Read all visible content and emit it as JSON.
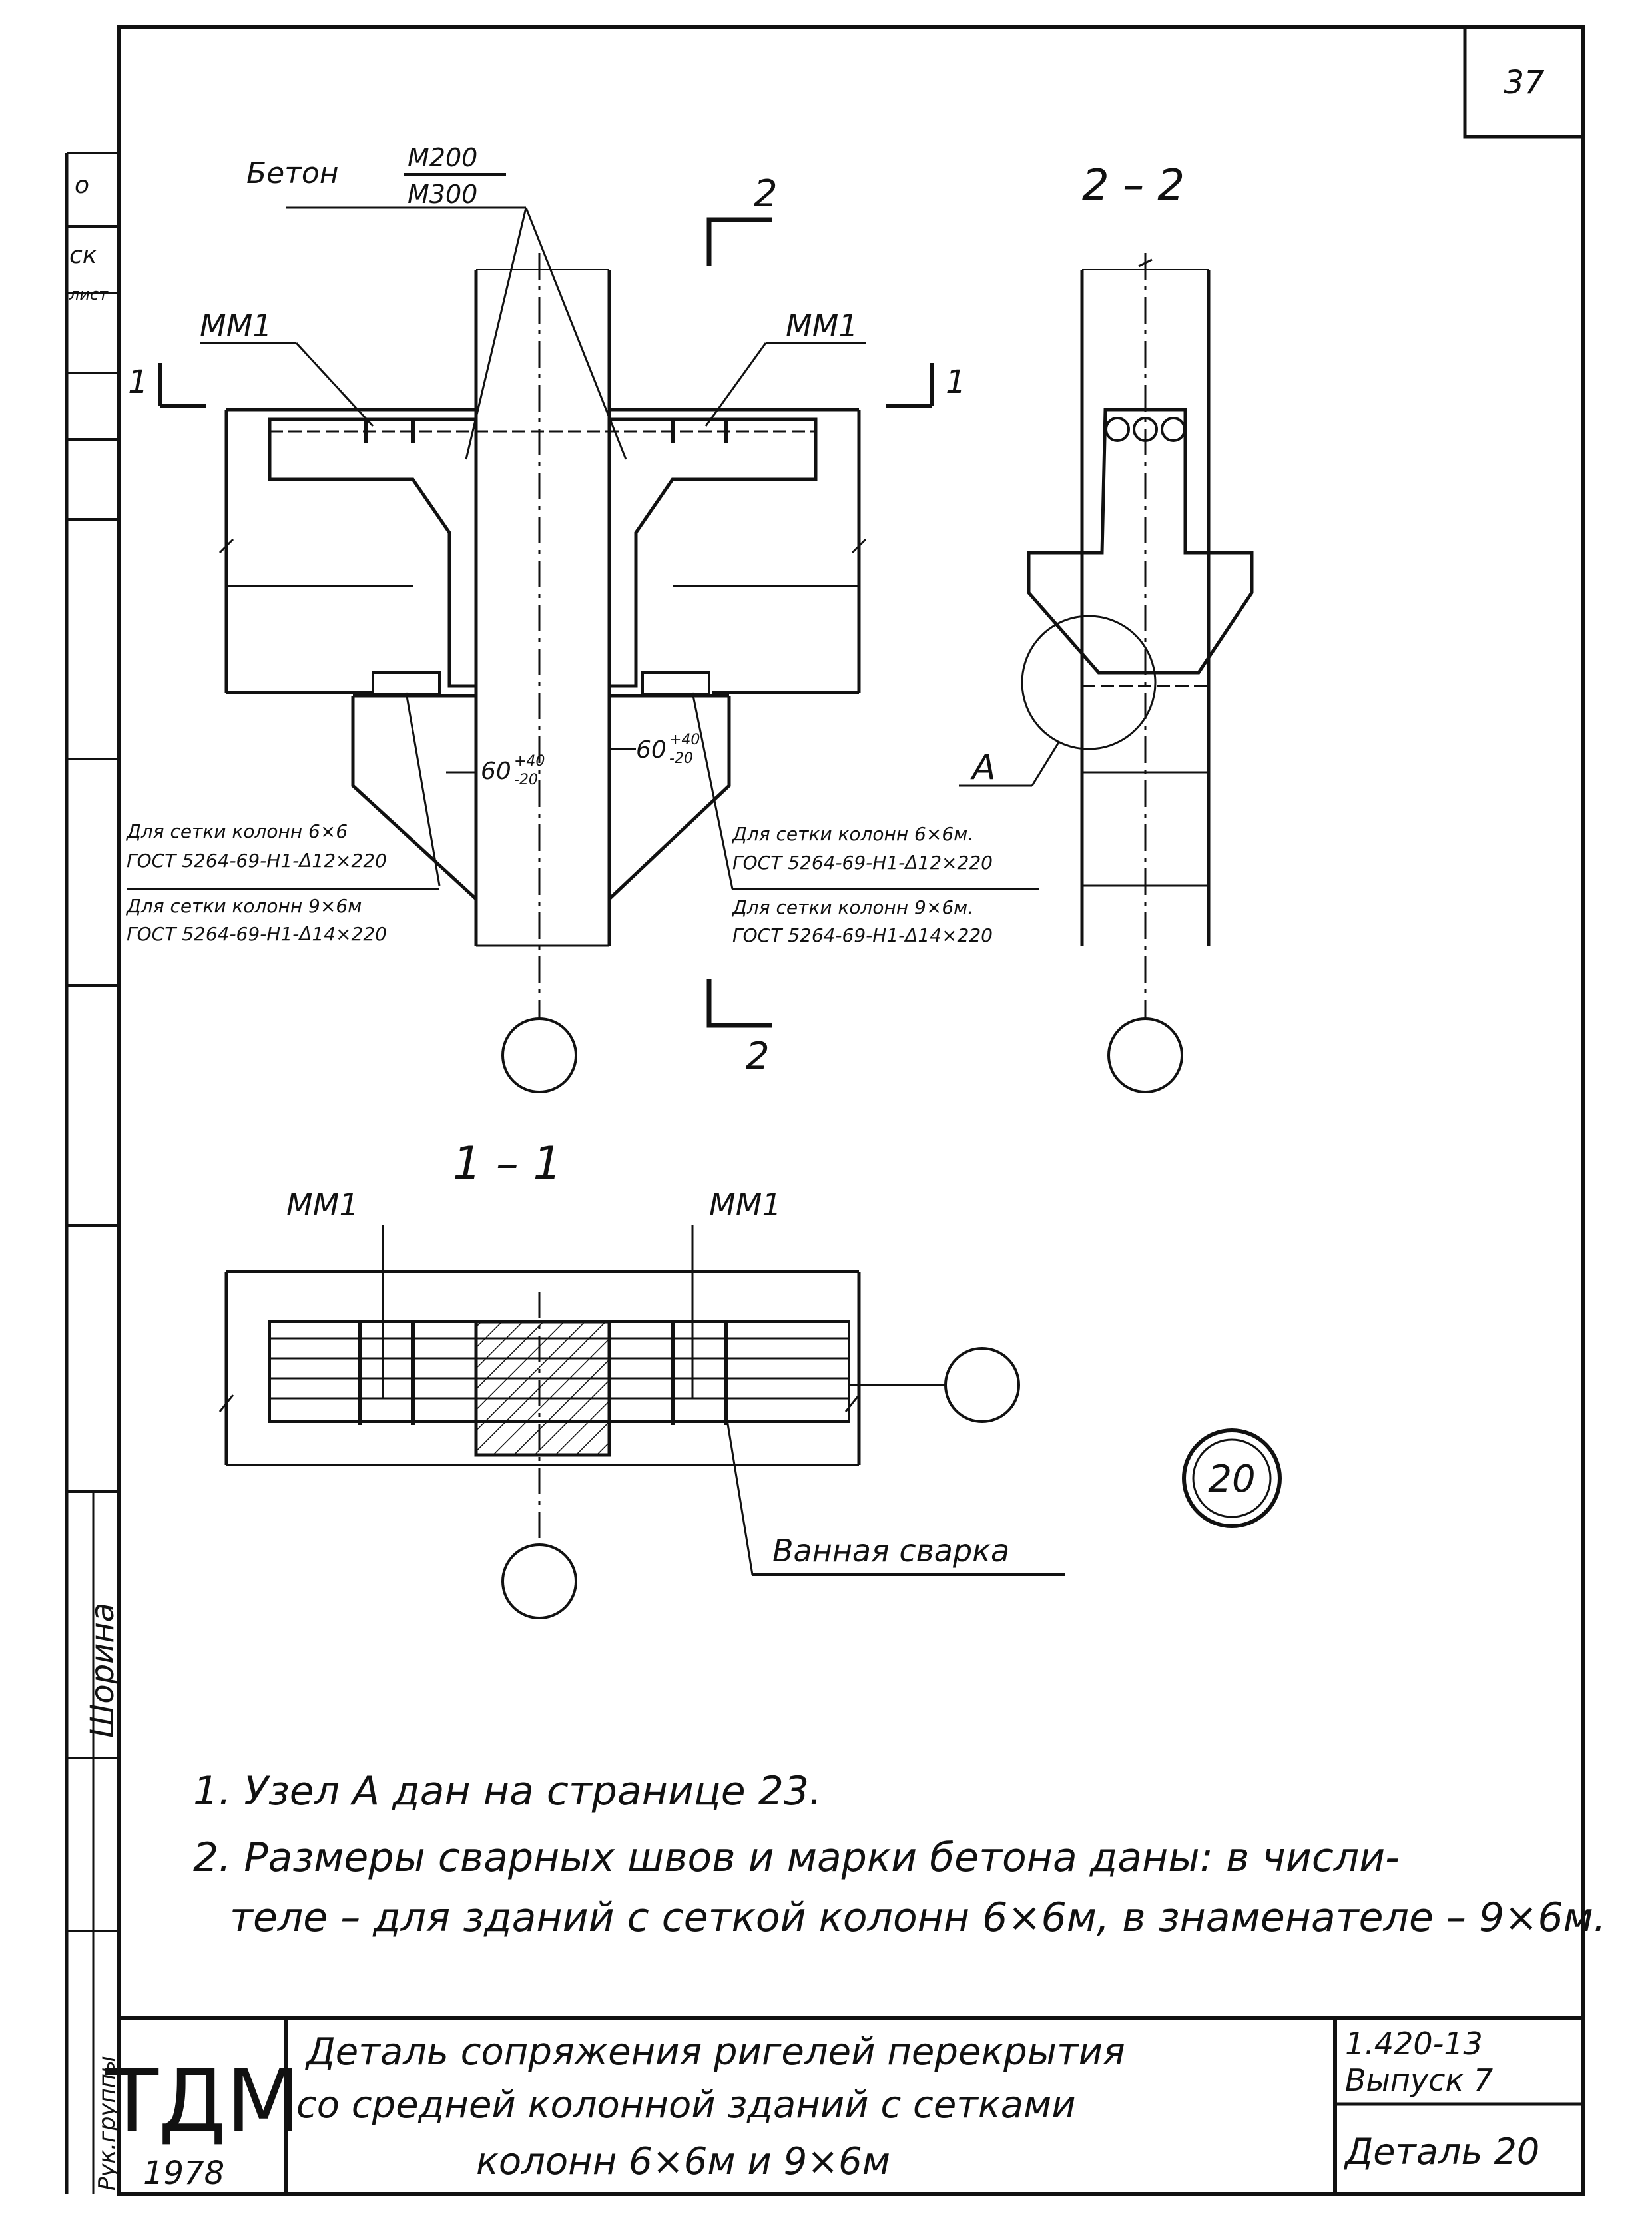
{
  "sheet_number": "37",
  "concrete_label": "Бетон",
  "concrete_grade_top": "M200",
  "concrete_grade_bottom": "M300",
  "mm1_label": "MM1",
  "section_22_title": "2 – 2",
  "section_11_title": "1 – 1",
  "cut_2": "2",
  "cut_1": "1",
  "dim_left": "60",
  "dim_left_tol_top": "+40",
  "dim_left_tol_bottom": "-20",
  "dim_right": "60",
  "dim_right_tol_top": "+40",
  "dim_right_tol_bottom": "-20",
  "note_left_6x6_line1": "Для сетки колонн 6×6",
  "note_left_6x6_line2": "ГОСТ 5264-69-Н1-Δ12×220",
  "note_left_9x6_line1": "Для сетки колонн 9×6м",
  "note_left_9x6_line2": "ГОСТ 5264-69-Н1-Δ14×220",
  "note_right_6x6_line1": "Для сетки колонн 6×6м.",
  "note_right_6x6_line2": "ГОСТ 5264-69-Н1-Δ12×220",
  "note_right_9x6_line1": "Для сетки колонн 9×6м.",
  "note_right_9x6_line2": "ГОСТ 5264-69-Н1-Δ14×220",
  "node_label": "А",
  "detail_badge": "20",
  "weld_label": "Ванная сварка",
  "notes": [
    "1. Узел А  дан  на странице 23.",
    "2. Размеры  сварных  швов  и марки бетона даны: в числи-",
    "теле – для зданий с сеткой колонн 6×6м, в знаменателе – 9×6м."
  ],
  "title_block": {
    "org": "ТДМ",
    "year": "1978",
    "title_line1": "Деталь сопряжения ригелей перекрытия",
    "title_line2": "со средней колонной зданий с сетками",
    "title_line3": "колонн 6×6м и 9×6м",
    "doc_code": "1.420-13",
    "issue": "Выпуск 7",
    "detail": "Деталь 20"
  },
  "left_strip": {
    "top_fragment_1": "о",
    "top_fragment_2": "ск",
    "top_fragment_3": "лист",
    "bottom_name": "Шорина",
    "bottom_role": "Рук.группы"
  }
}
